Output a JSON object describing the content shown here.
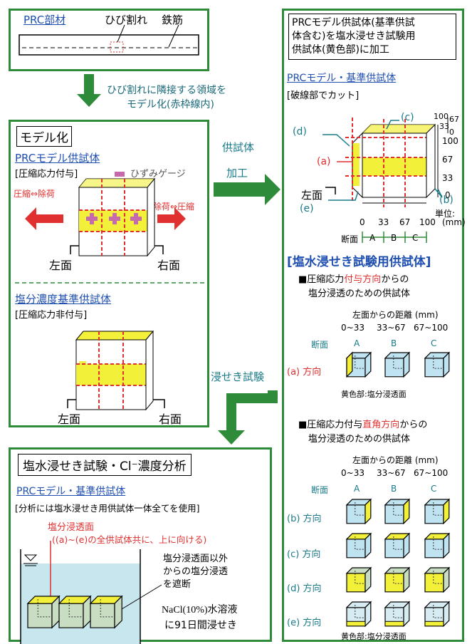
{
  "box1": {
    "title": "PRC部材",
    "crack": "ひび割れ",
    "rebar": "鉄筋"
  },
  "arrow1_text": [
    "ひび割れに隣接する領域を",
    "モデル化(赤枠線内)"
  ],
  "model": {
    "title": "モデル化",
    "prc_title": "PRCモデル供試体",
    "prc_sub": "[圧縮応力付与]",
    "gauge": "ひずみゲージ",
    "comp_release": "圧縮⇔除荷",
    "release_comp": "除荷⇔圧縮",
    "left": "左面",
    "right": "右面",
    "base_title": "塩分濃度基準供試体",
    "base_sub": "[圧縮応力非付与]"
  },
  "mid_arrow": {
    "a": "供試体",
    "b": "加工"
  },
  "immersion_label": "浸せき試験",
  "right": {
    "header": [
      "PRCモデル供試体(基準供試",
      "体含む)を塩水浸せき試験用",
      "供試体(黄色部)に加工"
    ],
    "subtitle": "PRCモデル・基準供試体",
    "cut": "[破線部でカット]",
    "labels": {
      "a": "(a)",
      "b": "(b)",
      "c": "(c)",
      "d": "(d)",
      "e": "(e)"
    },
    "left_face": "左面",
    "dims_right": [
      "100",
      "67",
      "33",
      "0"
    ],
    "dims_top": [
      "100",
      "67",
      "33",
      "0"
    ],
    "dims_bottom": [
      "0",
      "33",
      "67",
      "100"
    ],
    "unit": "単位:",
    "unit2": "(mm)",
    "section": "断面",
    "sections": [
      "A",
      "B",
      "C"
    ],
    "heading": "[塩水浸せき試験用供試体]",
    "s1_line1_a": "■圧縮応力",
    "s1_line1_b": "付与方向",
    "s1_line1_c": "からの",
    "s1_line2": "塩分浸透のための供試体",
    "dist_title": "左面からの距離 (mm)",
    "ranges": [
      "0~33",
      "33~67",
      "67~100"
    ],
    "dir_a": "(a) 方向",
    "yellow_note": "黄色部:塩分浸透面",
    "s2_line1_a": "■圧縮応力付与",
    "s2_line1_b": "直角方向",
    "s2_line1_c": "からの",
    "s2_line2": "塩分浸透のための供試体",
    "dir_b": "(b) 方向",
    "dir_c": "(c) 方向",
    "dir_d": "(d) 方向",
    "dir_e": "(e) 方向"
  },
  "bottom": {
    "title": "塩水浸せき試験・Cl⁻濃度分析",
    "subtitle": "PRCモデル・基準供試体",
    "note": "[分析には塩水浸せき用供試体一体全てを使用]",
    "surface": "塩分浸透面",
    "surface2": "((a)~(e)の全供試体共に、上に向ける)",
    "block1": "塩分浸透面以外",
    "block2": "からの塩分浸透",
    "block3": "を遮断",
    "nacl1": "NaCl(10%)水溶液",
    "nacl2": "に91日間浸せき"
  },
  "colors": {
    "green": "#2e8b3a",
    "red": "#e03030",
    "yellow": "#f3f03a",
    "blue": "#1f4fb0"
  }
}
